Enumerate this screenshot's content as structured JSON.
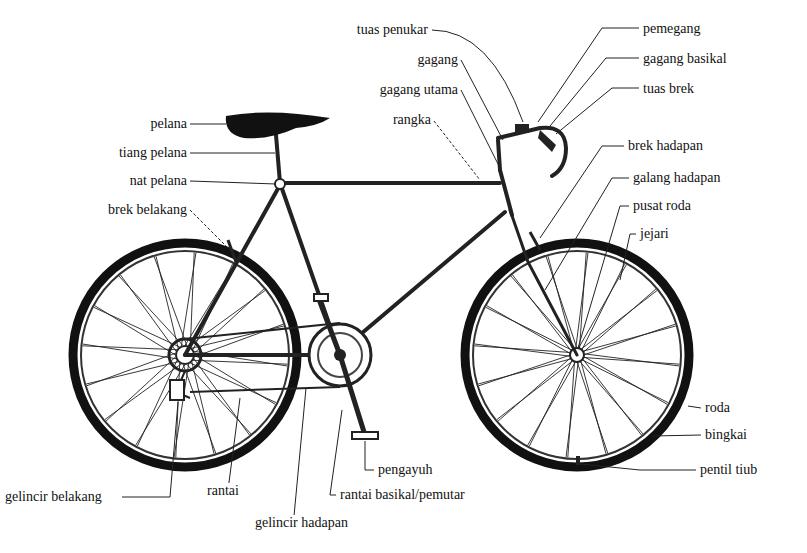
{
  "diagram": {
    "labels": [
      "tuas penukar",
      "pemegang",
      "gagang",
      "gagang basikal",
      "gagang utama",
      "tuas brek",
      "pelana",
      "rangka",
      "tiang pelana",
      "brek hadapan",
      "nat pelana",
      "galang hadapan",
      "pusat roda",
      "brek belakang",
      "jejari",
      "roda",
      "bingkai",
      "pengayuh",
      "pentil tiub",
      "rantai basikal/pemutar",
      "rantai",
      "gelincir belakang",
      "gelincir hadapan"
    ]
  }
}
